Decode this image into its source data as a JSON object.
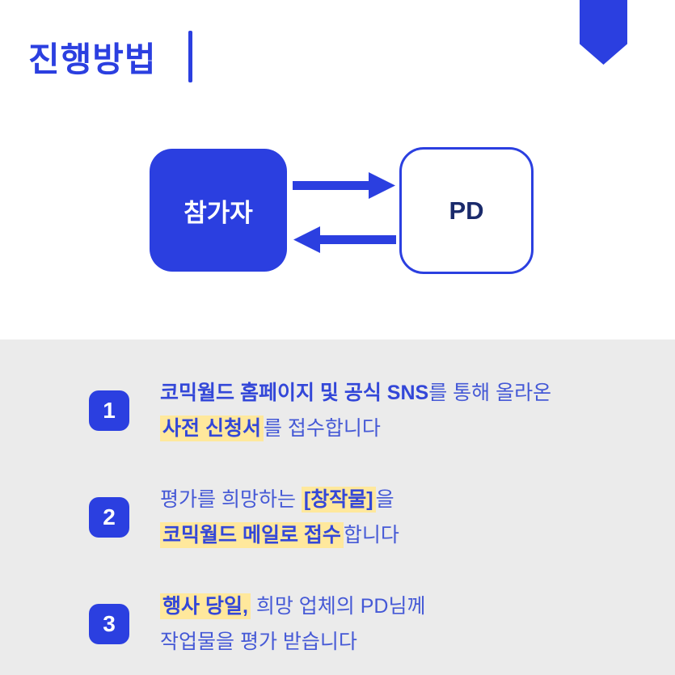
{
  "colors": {
    "primary_blue": "#2b3fe0",
    "text_blue": "#4559d6",
    "highlight_yellow": "#ffe89c",
    "section_gray": "#ebebeb"
  },
  "header": {
    "title": "진행방법"
  },
  "diagram": {
    "left_box_label": "참가자",
    "right_box_label": "PD"
  },
  "steps": [
    {
      "number": "1",
      "line1_bold": "코믹월드 홈페이지 및 공식 SNS",
      "line1_rest": "를 통해 올라온",
      "line2_highlight": "사전 신청서",
      "line2_rest": "를 접수합니다"
    },
    {
      "number": "2",
      "line1_pre": "평가를 희망하는 ",
      "line1_highlight": "[창작물]",
      "line1_rest": "을",
      "line2_highlight": "코믹월드 메일로 접수",
      "line2_rest": "합니다"
    },
    {
      "number": "3",
      "line1_highlight": "행사 당일,",
      "line1_rest": " 희망 업체의 PD님께",
      "line2": "작업물을 평가 받습니다"
    }
  ]
}
